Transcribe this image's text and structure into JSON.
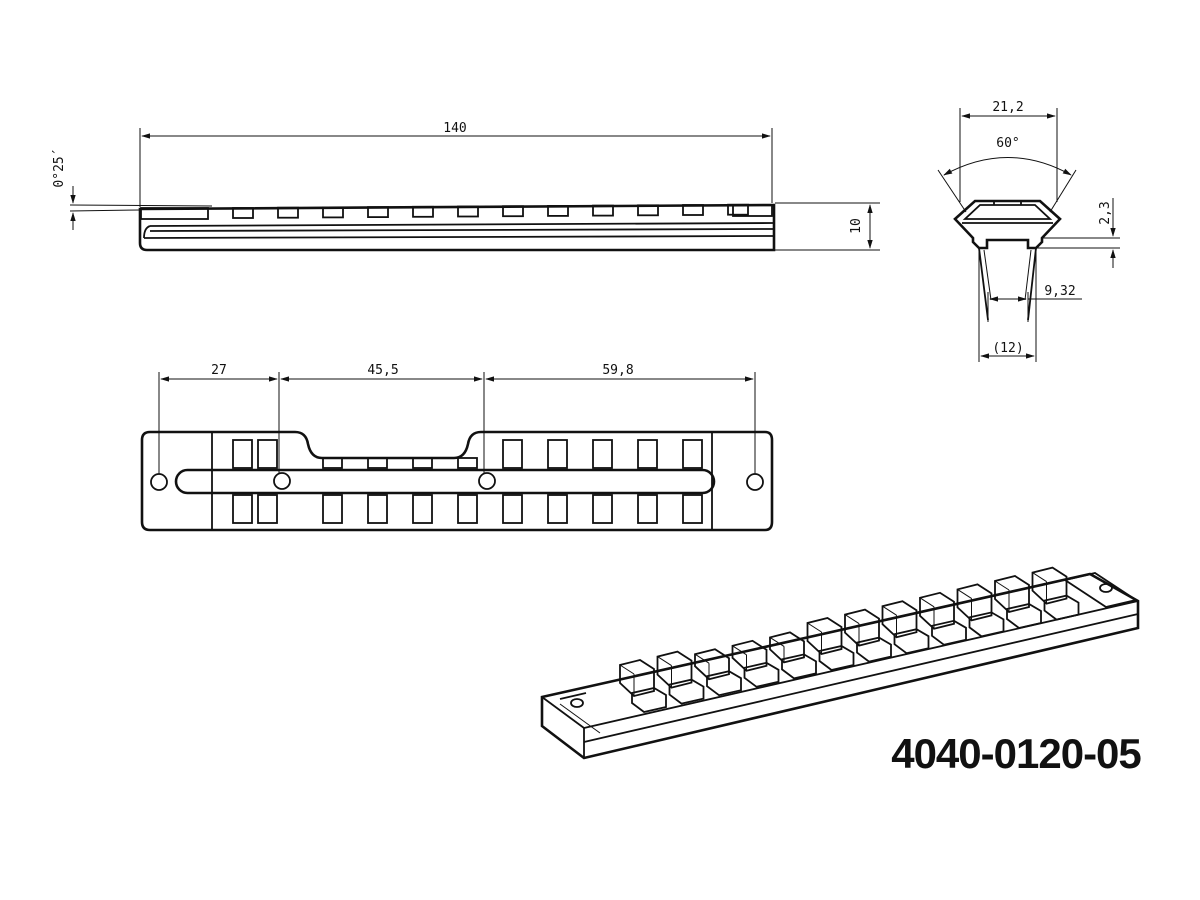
{
  "drawing": {
    "part_number": "4040-0120-05",
    "side_view": {
      "length": "140",
      "angle": "0°25´",
      "height": "10"
    },
    "top_view": {
      "hole_spacing_1": "27",
      "hole_spacing_2": "45,5",
      "hole_spacing_3": "59,8"
    },
    "section_view": {
      "top_width": "21,2",
      "dovetail_angle": "60°",
      "rail_height": "2,3",
      "slot_width": "9,32",
      "base_width": "(12)"
    },
    "colors": {
      "line": "#111111",
      "background": "#ffffff"
    }
  }
}
